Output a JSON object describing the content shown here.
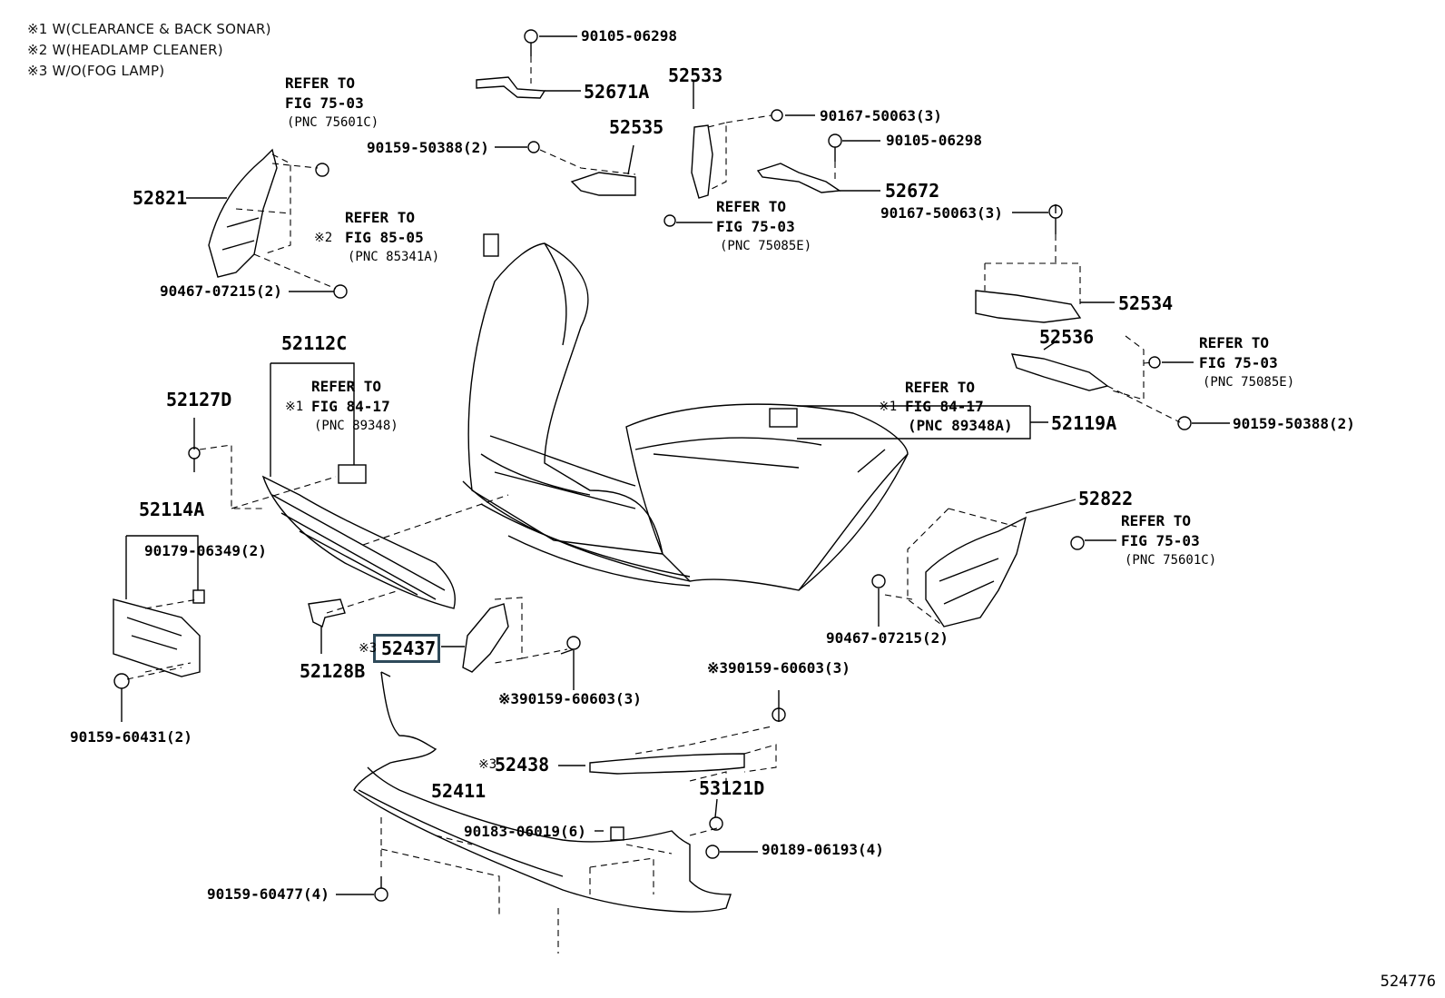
{
  "legend": [
    "※1 W(CLEARANCE & BACK SONAR)",
    "※2 W(HEADLAMP CLEANER)",
    "※3 W/O(FOG LAMP)"
  ],
  "highlighted_part": "52437",
  "figure_number": "524776",
  "labels": {
    "p90105_top": "90105-06298",
    "p52671A": "52671A",
    "p52533": "52533",
    "refer_l1": "REFER TO",
    "refer_l2": "FIG 75-03",
    "refer_l3": "(PNC 75601C)",
    "p52535": "52535",
    "p90167_a": "90167-50063(3)",
    "p90105_b": "90105-06298",
    "p90159_50388_a": "90159-50388(2)",
    "p52821": "52821",
    "p52672": "52672",
    "refer_c1": "REFER TO",
    "refer_c2": "FIG 75-03",
    "refer_c3": "(PNC 75085E)",
    "p90167_b": "90167-50063(3)",
    "refer_h1": "REFER TO",
    "refer_h_mark": "※2",
    "refer_h2": "FIG 85-05",
    "refer_h3": "(PNC 85341A)",
    "p90467_a": "90467-07215(2)",
    "p52534": "52534",
    "p52112C": "52112C",
    "p52536": "52536",
    "refer_r1": "REFER TO",
    "refer_r2": "FIG 75-03",
    "refer_r3": "(PNC 75085E)",
    "p52127D": "52127D",
    "refer_s1": "REFER TO",
    "refer_s_mark": "※1",
    "refer_s2": "FIG 84-17",
    "refer_s3": "(PNC 89348)",
    "refer_t1": "REFER TO",
    "refer_t_mark": "※1",
    "refer_t2": "FIG 84-17",
    "refer_t3": "(PNC 89348A)",
    "p52119A": "52119A",
    "p90159_50388_b": "90159-50388(2)",
    "p52822": "52822",
    "refer_u1": "REFER TO",
    "refer_u2": "FIG 75-03",
    "refer_u3": "(PNC 75601C)",
    "p52114A": "52114A",
    "p90179": "90179-06349(2)",
    "p90467_b": "90467-07215(2)",
    "mark_52437": "※3",
    "p52128B": "52128B",
    "p90159_60603_a": "※390159-60603(3)",
    "p90159_60603_b": "※390159-60603(3)",
    "p90159_60431": "90159-60431(2)",
    "mark_52438": "※3",
    "p52438": "52438",
    "p52411": "52411",
    "p53121D": "53121D",
    "p90183": "90183-06019(6)",
    "p90189": "90189-06193(4)",
    "p90159_60477": "90159-60477(4)"
  }
}
